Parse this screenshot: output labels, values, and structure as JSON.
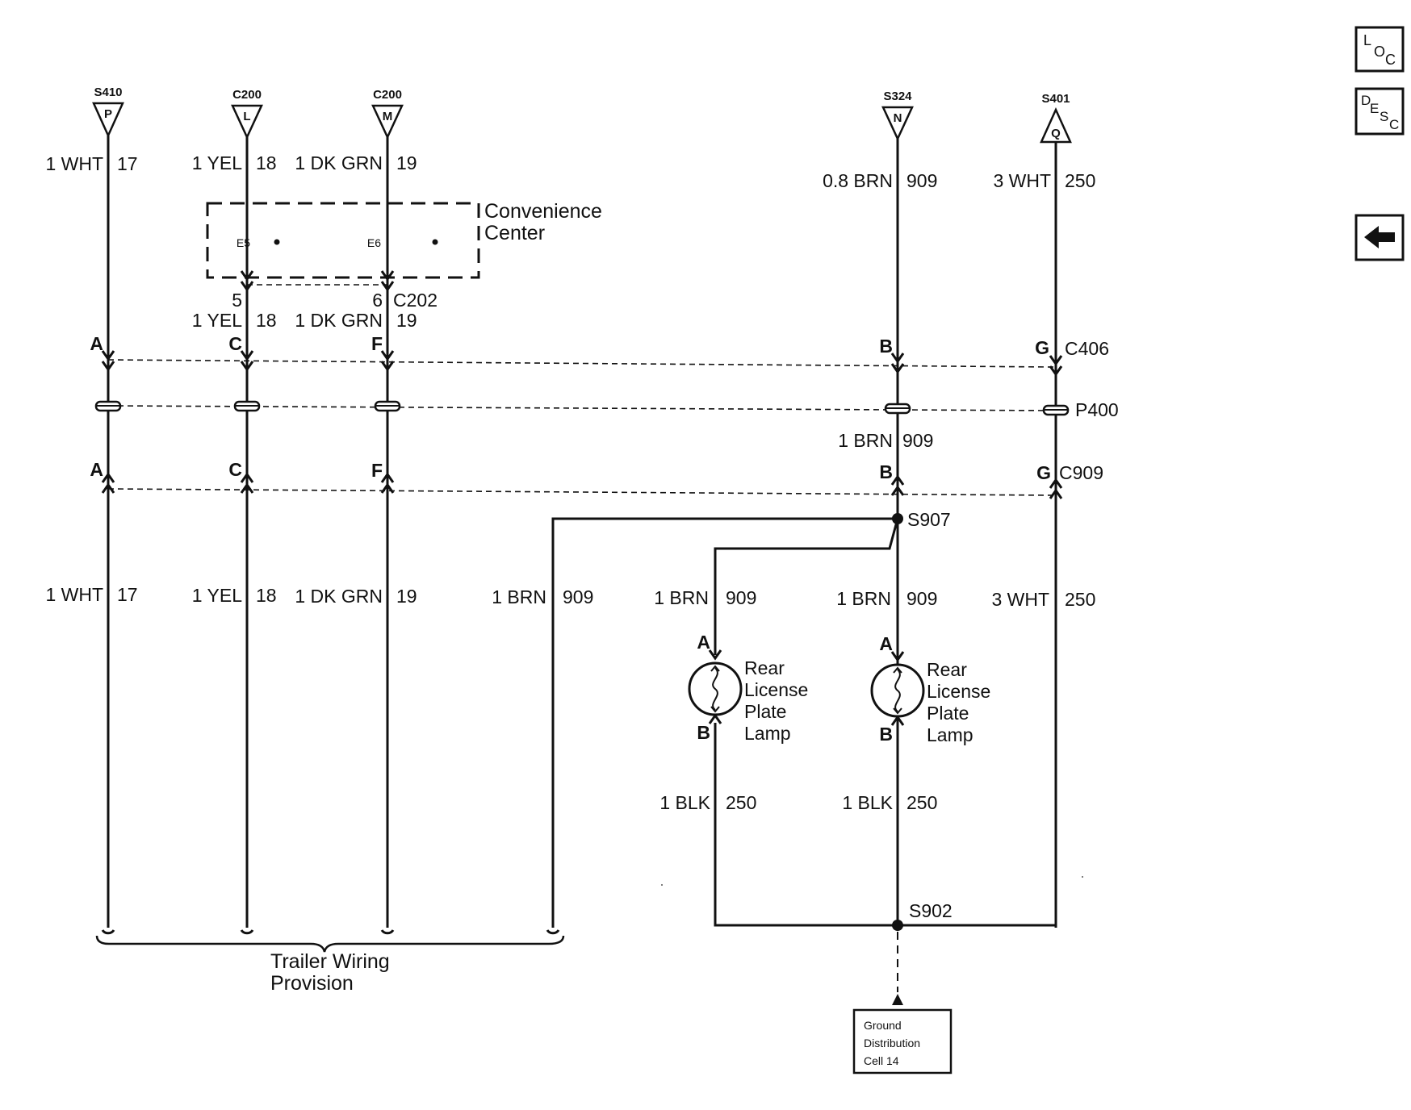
{
  "sources": [
    {
      "id": "S410",
      "letter": "P"
    },
    {
      "id": "C200",
      "letter": "L"
    },
    {
      "id": "C200",
      "letter": "M"
    },
    {
      "id": "S324",
      "letter": "N"
    },
    {
      "id": "S401",
      "letter": "Q"
    }
  ],
  "wires_top": [
    {
      "gauge": "1 WHT",
      "circuit": "17"
    },
    {
      "gauge": "1 YEL",
      "circuit": "18"
    },
    {
      "gauge": "1 DK GRN",
      "circuit": "19"
    },
    {
      "gauge": "0.8 BRN",
      "circuit": "909"
    },
    {
      "gauge": "3 WHT",
      "circuit": "250"
    }
  ],
  "convenience_center": {
    "label_line1": "Convenience",
    "label_line2": "Center",
    "pin_left": "E5",
    "pin_right": "E6"
  },
  "c202": {
    "pin_left": "5",
    "pin_right": "6",
    "connector": "C202",
    "wire_left_gauge": "1 YEL",
    "wire_left_circuit": "18",
    "wire_right_gauge": "1 DK GRN",
    "wire_right_circuit": "19"
  },
  "c406": {
    "pins": [
      "A",
      "C",
      "F",
      "B",
      "G"
    ],
    "connector": "C406"
  },
  "p400": {
    "connector": "P400",
    "wire_gauge": "1 BRN",
    "wire_circuit": "909"
  },
  "c909": {
    "pins": [
      "A",
      "C",
      "F",
      "B",
      "G"
    ],
    "connector": "C909"
  },
  "splices": {
    "s907": "S907",
    "s902": "S902"
  },
  "wires_bottom": [
    {
      "gauge": "1 WHT",
      "circuit": "17"
    },
    {
      "gauge": "1 YEL",
      "circuit": "18"
    },
    {
      "gauge": "1 DK GRN",
      "circuit": "19"
    },
    {
      "gauge": "1 BRN",
      "circuit": "909"
    },
    {
      "gauge": "1 BRN",
      "circuit": "909"
    },
    {
      "gauge": "1 BRN",
      "circuit": "909"
    },
    {
      "gauge": "3 WHT",
      "circuit": "250"
    }
  ],
  "lamps": [
    {
      "pin_top": "A",
      "pin_bottom": "B",
      "line1": "Rear",
      "line2": "License",
      "line3": "Plate",
      "line4": "Lamp",
      "ground_gauge": "1 BLK",
      "ground_circuit": "250"
    },
    {
      "pin_top": "A",
      "pin_bottom": "B",
      "line1": "Rear",
      "line2": "License",
      "line3": "Plate",
      "line4": "Lamp",
      "ground_gauge": "1 BLK",
      "ground_circuit": "250"
    }
  ],
  "trailer": {
    "line1": "Trailer Wiring",
    "line2": "Provision"
  },
  "ground_box": {
    "line1": "Ground",
    "line2": "Distribution",
    "line3": "Cell 14"
  },
  "nav": {
    "loc": {
      "l1": "L",
      "l2": "O",
      "l3": "C"
    },
    "desc": {
      "l1": "D",
      "l2": "E",
      "l3": "S",
      "l4": "C"
    },
    "back_icon": "arrow-left-icon"
  }
}
